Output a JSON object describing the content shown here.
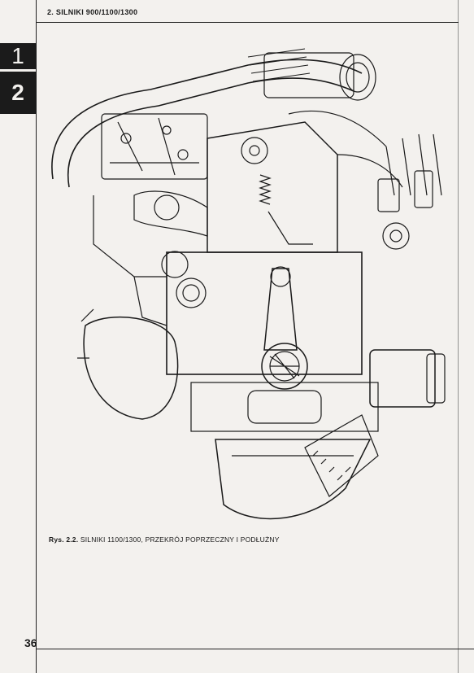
{
  "header": {
    "title": "2. SILNIKI 900/1100/1300"
  },
  "tabs": [
    {
      "label": "1"
    },
    {
      "label": "2"
    }
  ],
  "figure": {
    "caption_ref": "Rys. 2.2.",
    "caption_text": "SILNIKI 1100/1300, PRZEKRÓJ POPRZECZNY I PODŁUŻNY"
  },
  "footer": {
    "page_number": "36"
  }
}
